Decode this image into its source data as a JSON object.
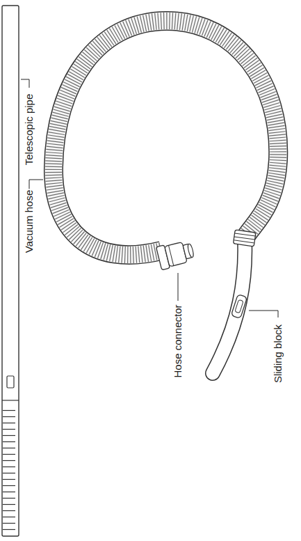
{
  "diagram": {
    "labels": [
      "Telescopic pipe",
      "Vacuum hose",
      "Hose connector",
      "Sliding block"
    ]
  }
}
